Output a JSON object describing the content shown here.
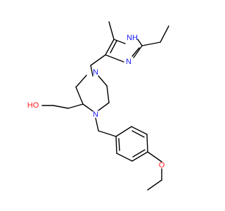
{
  "molecule": {
    "atom_labels": {
      "hydroxyl": "HO",
      "pip_n_top": "N",
      "pip_n_bottom": "N",
      "imid_nh": "NH",
      "imid_n": "N",
      "ether_o": "O"
    },
    "colors": {
      "carbon_bond": "#000000",
      "nitrogen": "#1a1aff",
      "oxygen": "#ff1a1a"
    }
  }
}
